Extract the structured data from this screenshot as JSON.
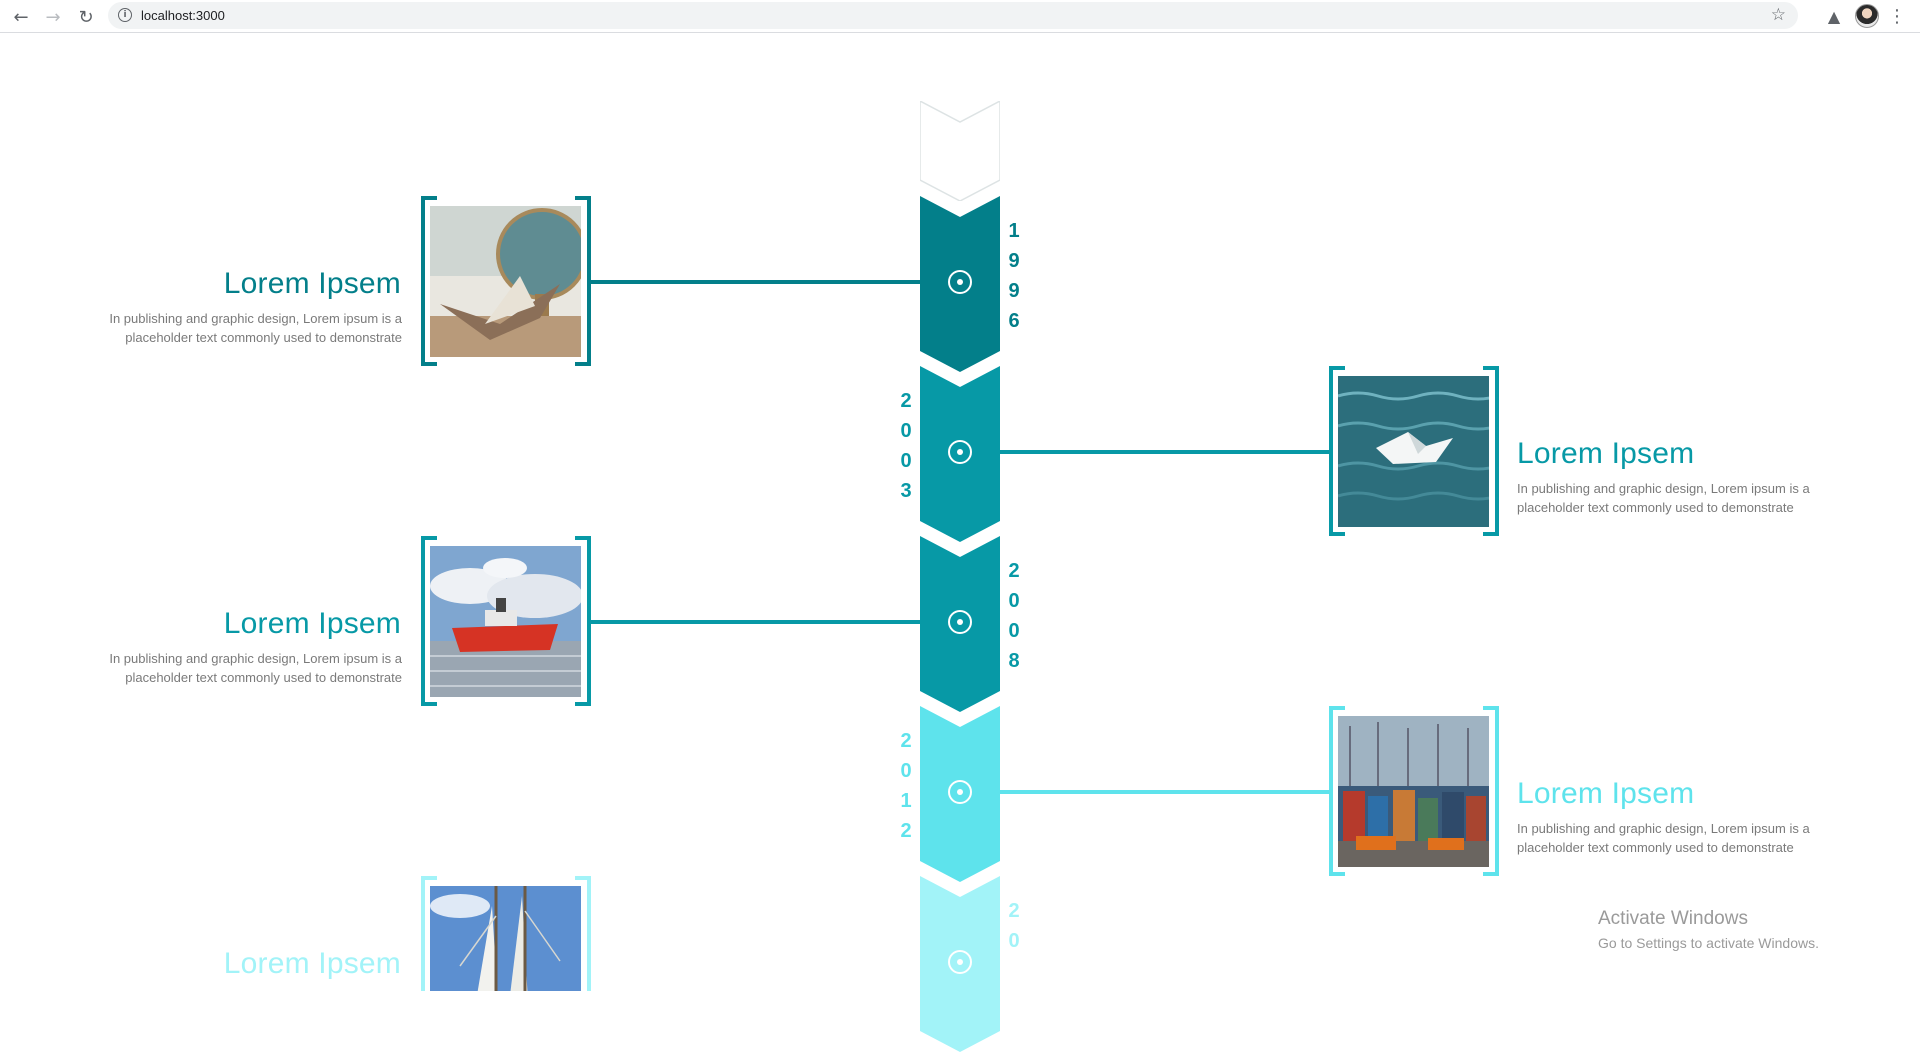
{
  "browser": {
    "url": "localhost:3000",
    "back_icon": "arrow-left-icon",
    "forward_icon": "arrow-right-icon",
    "reload_icon": "reload-icon",
    "site_info_icon": "info-icon",
    "bookmark_icon": "star-icon",
    "extensions_icon": "puzzle-icon",
    "menu_icon": "kebab-menu-icon"
  },
  "timeline": {
    "items": [
      {
        "year": "1996",
        "digits": [
          "1",
          "9",
          "9",
          "6"
        ],
        "title": "Lorem Ipsem",
        "description": "In publishing and graphic design, Lorem ipsum is a placeholder text commonly used to demonstrate",
        "side": "left",
        "color": "#037f8a",
        "photo": "paper-boat-globe"
      },
      {
        "year": "2003",
        "digits": [
          "2",
          "0",
          "0",
          "3"
        ],
        "title": "Lorem Ipsem",
        "description": "In publishing and graphic design, Lorem ipsum is a placeholder text commonly used to demonstrate",
        "side": "right",
        "color": "#0799a6",
        "photo": "paper-boat-water"
      },
      {
        "year": "2008",
        "digits": [
          "2",
          "0",
          "0",
          "8"
        ],
        "title": "Lorem Ipsem",
        "description": "In publishing and graphic design, Lorem ipsum is a placeholder text commonly used to demonstrate",
        "side": "left",
        "color": "#0799a6",
        "photo": "red-ship"
      },
      {
        "year": "2012",
        "digits": [
          "2",
          "0",
          "1",
          "2"
        ],
        "title": "Lorem Ipsem",
        "description": "In publishing and graphic design, Lorem ipsum is a placeholder text commonly used to demonstrate",
        "side": "right",
        "color": "#5ee3ec",
        "photo": "container-port"
      },
      {
        "year": "20",
        "digits": [
          "2",
          "0"
        ],
        "title": "Lorem Ipsem",
        "description": "",
        "side": "left",
        "color": "#a2f3f8",
        "photo": "sailboat"
      }
    ]
  },
  "watermark": {
    "title": "Activate Windows",
    "subtitle": "Go to Settings to activate Windows."
  }
}
